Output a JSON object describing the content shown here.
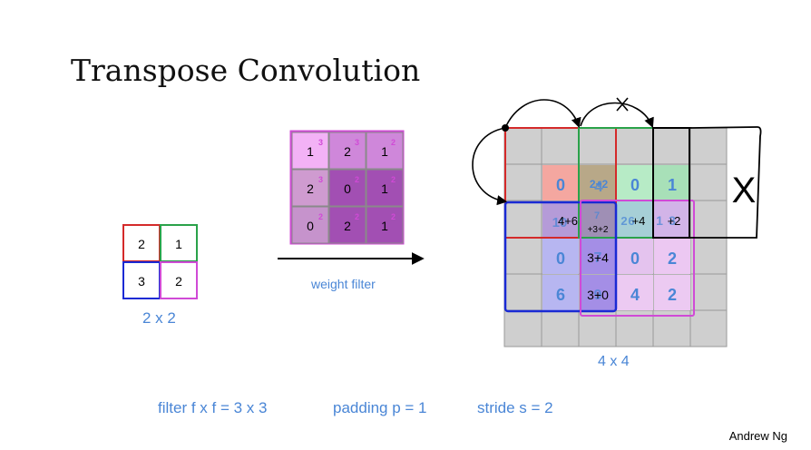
{
  "title": "Transpose Convolution",
  "input": {
    "cells": [
      "2",
      "1",
      "3",
      "2"
    ],
    "caption": "2 x 2"
  },
  "filter": {
    "cells": [
      "1",
      "2",
      "1",
      "2",
      "0",
      "1",
      "0",
      "2",
      "1"
    ],
    "superscripts": [
      "3",
      "3",
      "2",
      "3",
      "2",
      "2",
      "2",
      "2",
      "2"
    ],
    "caption": "weight filter"
  },
  "output": {
    "caption": "4 x 4",
    "cells": [
      {
        "text": "0",
        "color": "#4a86d6"
      },
      {
        "text": "2+2",
        "color": "#4a86d6"
      },
      {
        "text": "0",
        "color": "#4a86d6"
      },
      {
        "text": "1",
        "color": "#4a86d6"
      },
      {
        "text": "4+6",
        "color": "#000000"
      },
      {
        "text": "+3+2",
        "color": "#000000"
      },
      {
        "text": "+4",
        "color": "#000000"
      },
      {
        "text": "+2",
        "color": "#000000"
      },
      {
        "text": "0",
        "color": "#4a86d6"
      },
      {
        "text": "3+4",
        "color": "#000000"
      },
      {
        "text": "0",
        "color": "#4a86d6"
      },
      {
        "text": "2",
        "color": "#4a86d6"
      },
      {
        "text": "6",
        "color": "#4a86d6"
      },
      {
        "text": "3+0",
        "color": "#000000"
      },
      {
        "text": "4",
        "color": "#4a86d6"
      },
      {
        "text": "2",
        "color": "#4a86d6"
      }
    ],
    "overlay_labels": [
      "4",
      "10",
      "7",
      "2",
      "6",
      "1",
      "3",
      "7",
      "9"
    ]
  },
  "params": {
    "filter": "filter f x f = 3 x 3",
    "padding": "padding p = 1",
    "stride": "stride s =  2"
  },
  "credit": "Andrew Ng",
  "annotation": "X",
  "colors": {
    "accent_blue": "#4a86d6",
    "red": "#d42a2a",
    "green": "#2aa24a",
    "blue": "#1a2ad4",
    "magenta": "#d04ad6",
    "grid_gray": "#cfcfcf",
    "filter_fill": "#b35bc4"
  }
}
